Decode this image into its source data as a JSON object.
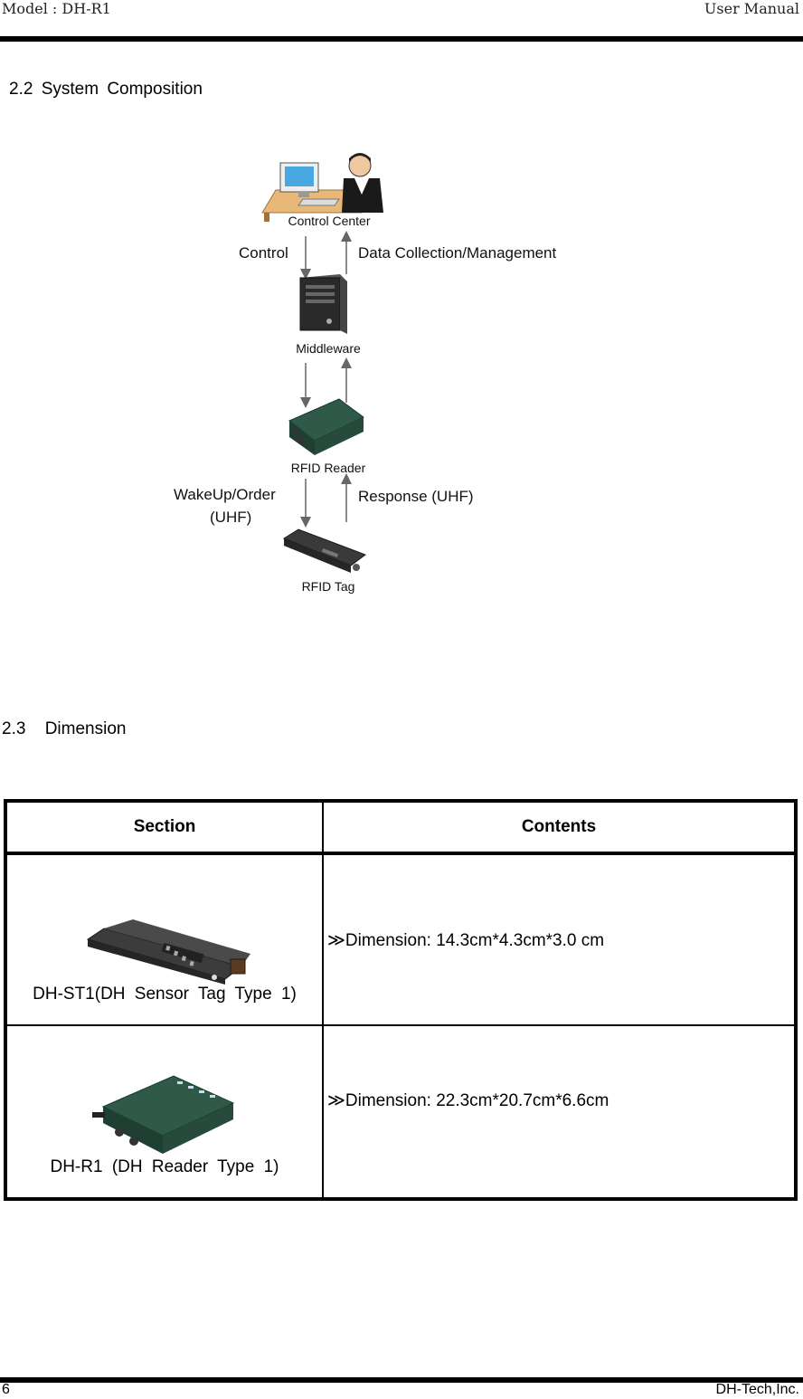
{
  "header": {
    "model": "Model : DH-R1",
    "title": "User Manual"
  },
  "section_22": {
    "heading": "2.2  System  Composition"
  },
  "diagram": {
    "nodes": {
      "control_center": "Control Center",
      "middleware": "Middleware",
      "rfid_reader": "RFID Reader",
      "rfid_tag": "RFID Tag"
    },
    "arrows": {
      "control": "Control",
      "data_collection": "Data Collection/Management",
      "wakeup_line1": "WakeUp/Order",
      "wakeup_line2": "(UHF)",
      "response": "Response (UHF)"
    }
  },
  "section_23": {
    "heading": "2.3  Dimension"
  },
  "table": {
    "headers": {
      "section": "Section",
      "contents": "Contents"
    },
    "rows": [
      {
        "section": "DH-ST1(DH  Sensor  Tag  Type  1)",
        "contents": "≫Dimension: 14.3cm*4.3cm*3.0  cm"
      },
      {
        "section": "DH-R1  (DH  Reader  Type  1)",
        "contents": "≫Dimension: 22.3cm*20.7cm*6.6cm"
      }
    ]
  },
  "footer": {
    "page": "6",
    "company": "DH-Tech,Inc."
  }
}
